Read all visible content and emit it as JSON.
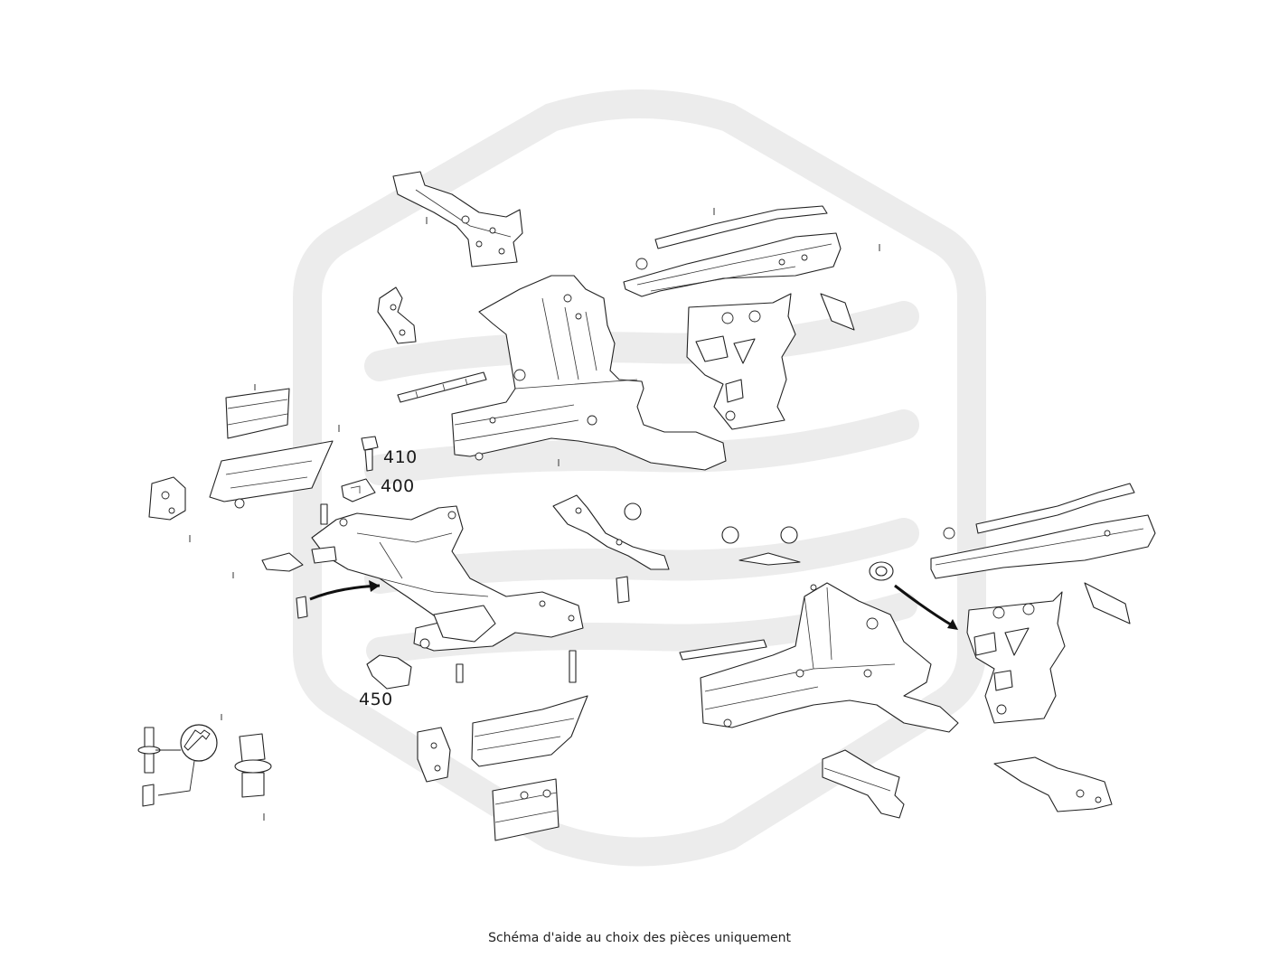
{
  "callouts": {
    "p410": "410",
    "p400": "400",
    "p450": "450"
  },
  "caption": "Schéma d'aide au choix des pièces uniquement",
  "colors": {
    "line": "#222222",
    "watermark": "#ececec",
    "background": "#ffffff"
  },
  "icons": {
    "watermark": "brand-logo-watermark",
    "tool": "wrench-icon"
  }
}
